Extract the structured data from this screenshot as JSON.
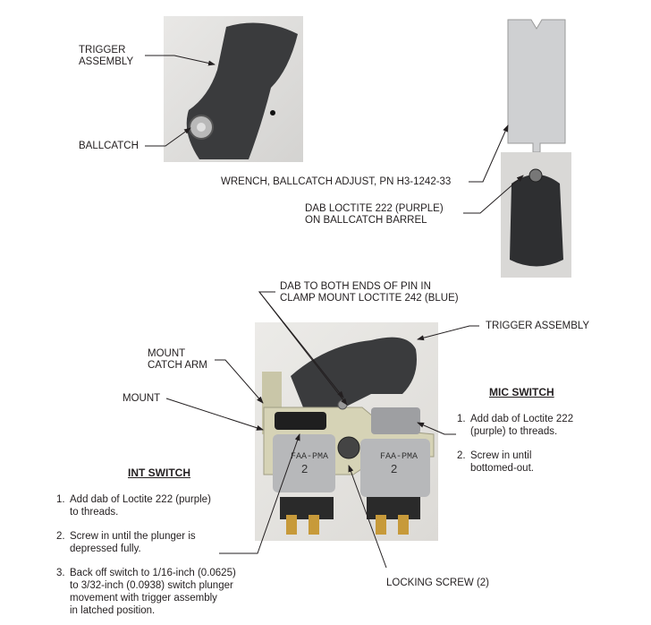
{
  "labels": {
    "trigger_assembly_top": [
      "TRIGGER",
      "ASSEMBLY"
    ],
    "ballcatch": "BALLCATCH",
    "wrench": "WRENCH, BALLCATCH ADJUST, PN H3-1242-33",
    "dab_loctite_222": [
      "DAB LOCTITE 222 (PURPLE)",
      "ON BALLCATCH BARREL"
    ],
    "dab_both_ends": [
      "DAB TO BOTH ENDS OF PIN IN",
      "CLAMP MOUNT LOCTITE 242 (BLUE)"
    ],
    "trigger_assembly_bottom": "TRIGGER ASSEMBLY",
    "mount_catch_arm": [
      "MOUNT",
      "CATCH ARM"
    ],
    "mount": "MOUNT",
    "locking_screw": "LOCKING SCREW (2)"
  },
  "int_switch": {
    "heading": "INT SWITCH",
    "steps": [
      {
        "n": "1.",
        "lines": [
          "Add dab of Loctite 222 (purple)",
          "to threads."
        ]
      },
      {
        "n": "2.",
        "lines": [
          "Screw in until the plunger is",
          "depressed fully."
        ]
      },
      {
        "n": "3.",
        "lines": [
          "Back off switch to 1/16-inch (0.0625)",
          "to 3/32-inch (0.0938) switch plunger",
          "movement with trigger assembly",
          "in latched position."
        ]
      }
    ]
  },
  "mic_switch": {
    "heading": "MIC SWITCH",
    "steps": [
      {
        "n": "1.",
        "lines": [
          "Add dab of Loctite 222",
          "(purple) to threads."
        ]
      },
      {
        "n": "2.",
        "lines": [
          "Screw in until",
          "bottomed-out."
        ]
      }
    ]
  },
  "switch_marking": {
    "text": "FAA-PMA",
    "number": "2"
  }
}
